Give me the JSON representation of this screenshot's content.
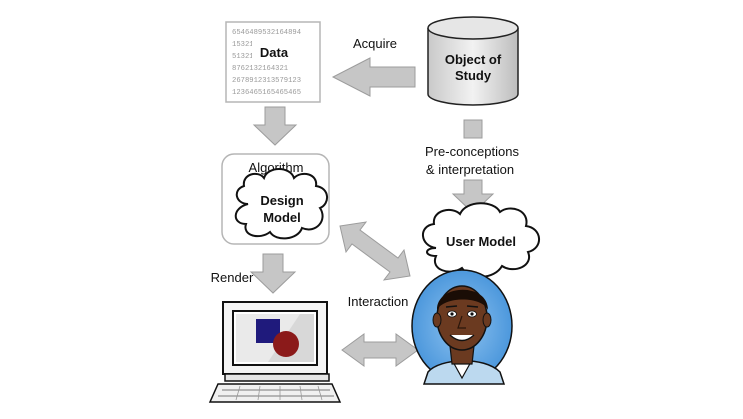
{
  "data_block": {
    "label": "Data",
    "digit_rows": [
      "6546489532164894",
      "1532164894",
      "5132164894319",
      "8762132164321",
      "2678912313579123",
      "1236465165465465"
    ]
  },
  "object": {
    "line1": "Object of",
    "line2": "Study"
  },
  "algorithm": {
    "label": "Algorithm"
  },
  "design_model": {
    "line1": "Design",
    "line2": "Model"
  },
  "user_model": {
    "label": "User Model"
  },
  "arrows": {
    "acquire": "Acquire",
    "preconceptions_1": "Pre-conceptions",
    "preconceptions_2": "& interpretation",
    "render": "Render",
    "interaction": "Interaction"
  },
  "colors": {
    "arrow": "#c6c6c6",
    "arrow_stroke": "#9c9c9c",
    "monitor_blue": "#1f1a7c",
    "monitor_red": "#8b1a1a",
    "face_bg": "#5ba3e2",
    "skin": "#6b3a20"
  }
}
